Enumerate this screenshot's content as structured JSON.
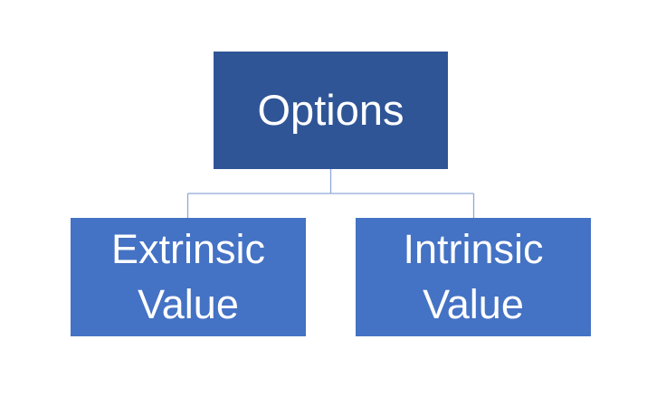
{
  "diagram": {
    "root": {
      "label": "Options"
    },
    "children": [
      {
        "label": "Extrinsic Value"
      },
      {
        "label": "Intrinsic Value"
      }
    ]
  },
  "colors": {
    "root_fill": "#2f5597",
    "child_fill": "#4472c4",
    "connector": "#8fa9d8",
    "text": "#ffffff",
    "background": "#ffffff"
  }
}
